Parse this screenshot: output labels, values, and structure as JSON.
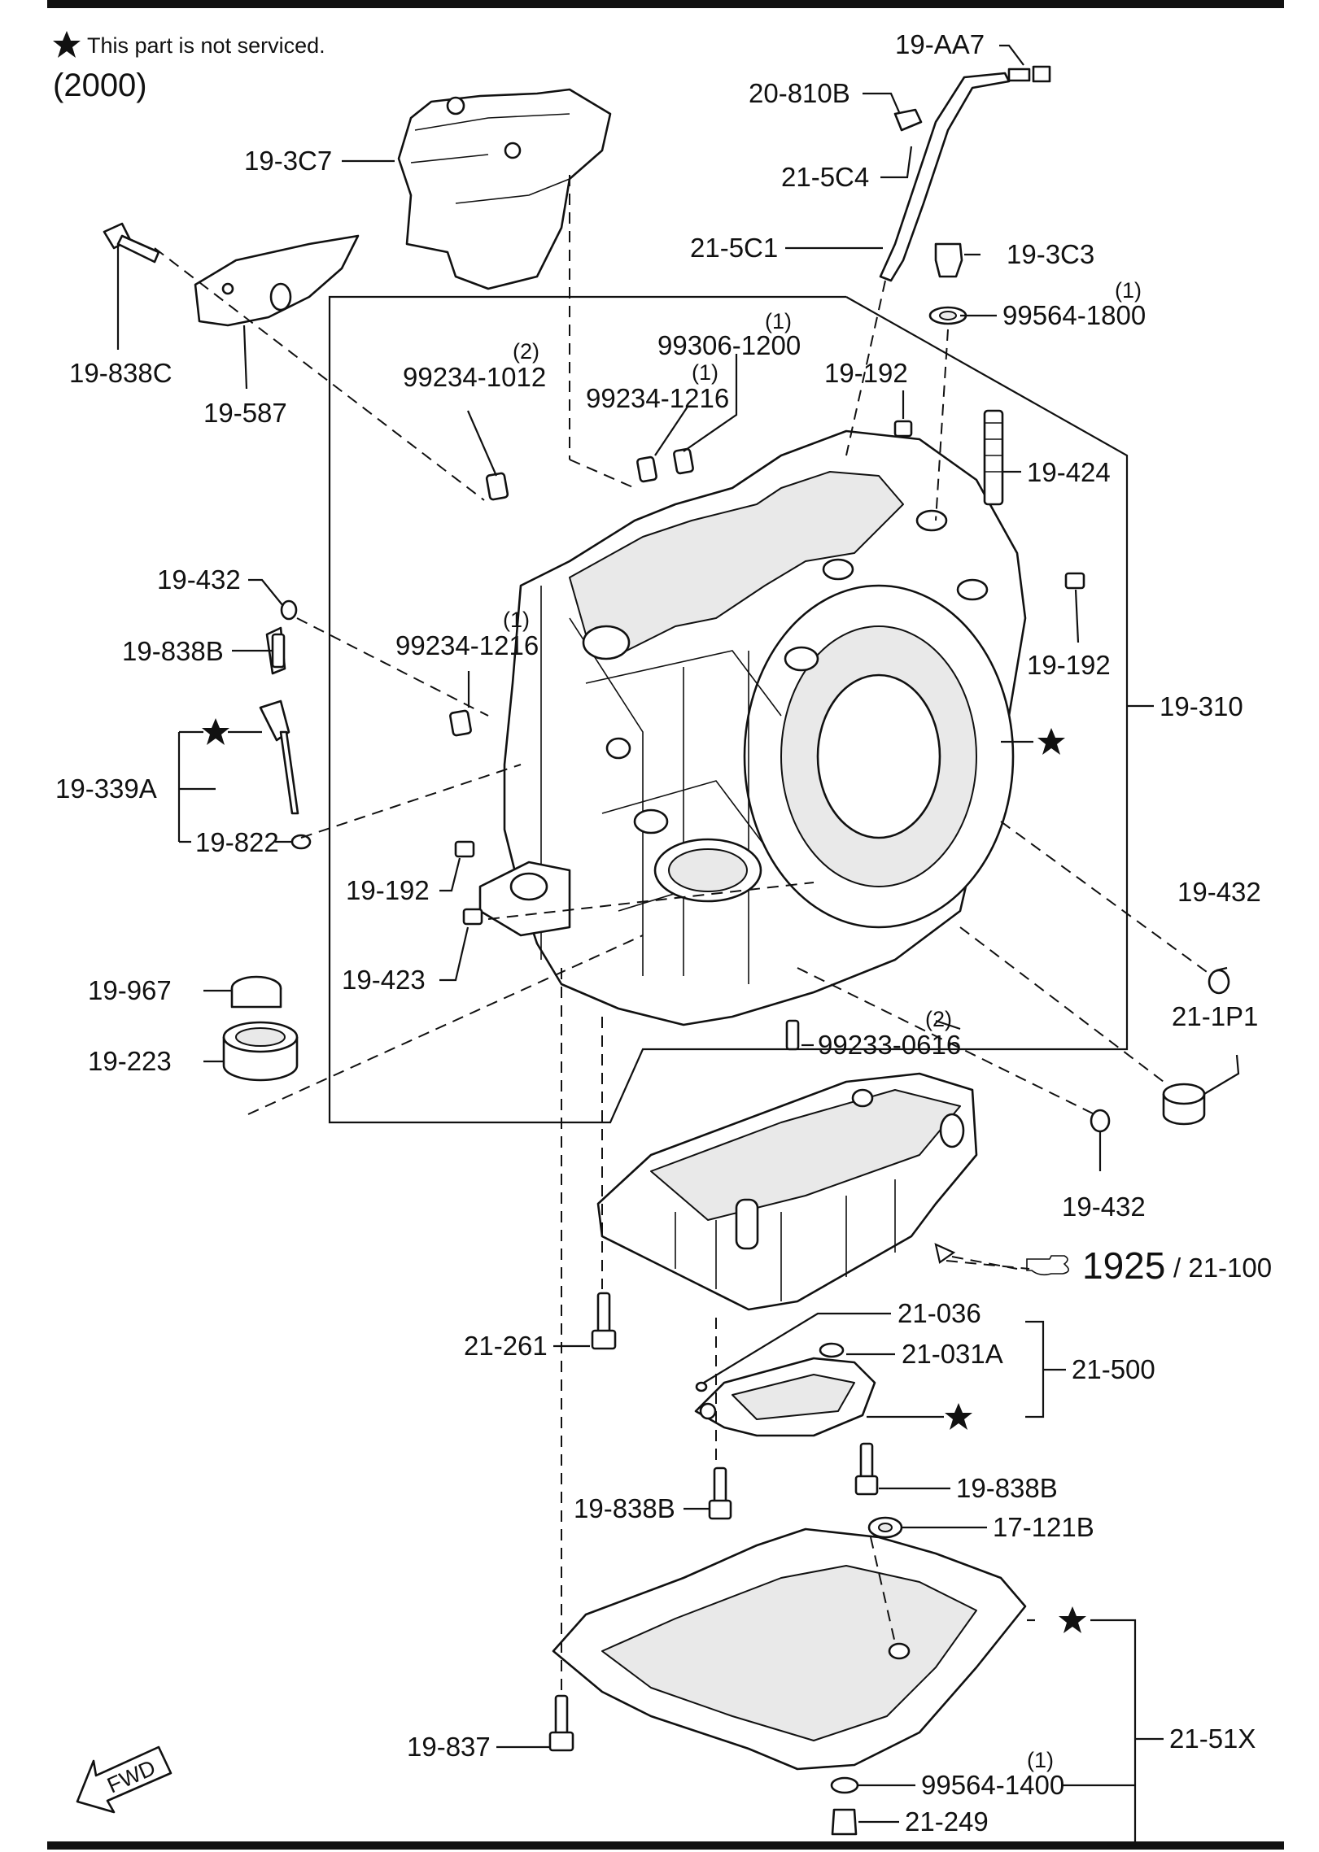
{
  "header": {
    "legend_text": "This part is not serviced.",
    "group_code": "(2000)",
    "legend_icon": "black-star"
  },
  "callouts": [
    {
      "id": "19-AA7",
      "label": "19-AA7"
    },
    {
      "id": "20-810B",
      "label": "20-810B"
    },
    {
      "id": "21-5C4",
      "label": "21-5C4"
    },
    {
      "id": "21-5C1",
      "label": "21-5C1"
    },
    {
      "id": "19-3C3",
      "label": "19-3C3"
    },
    {
      "id": "99564-1800",
      "label": "99564-1800",
      "qty": "(1)"
    },
    {
      "id": "19-3C7",
      "label": "19-3C7"
    },
    {
      "id": "19-838C",
      "label": "19-838C"
    },
    {
      "id": "19-587",
      "label": "19-587"
    },
    {
      "id": "99234-1012",
      "label": "99234-1012",
      "qty": "(2)"
    },
    {
      "id": "99306-1200",
      "label": "99306-1200",
      "qty": "(1)"
    },
    {
      "id": "99234-1216a",
      "label": "99234-1216",
      "qty": "(1)"
    },
    {
      "id": "19-192a",
      "label": "19-192"
    },
    {
      "id": "19-424",
      "label": "19-424"
    },
    {
      "id": "19-432a",
      "label": "19-432"
    },
    {
      "id": "19-838Ba",
      "label": "19-838B"
    },
    {
      "id": "99234-1216b",
      "label": "99234-1216",
      "qty": "(1)"
    },
    {
      "id": "19-192b",
      "label": "19-192"
    },
    {
      "id": "19-310",
      "label": "19-310"
    },
    {
      "id": "19-339A",
      "label": "19-339A"
    },
    {
      "id": "19-822",
      "label": "19-822"
    },
    {
      "id": "19-192c",
      "label": "19-192"
    },
    {
      "id": "19-432b",
      "label": "19-432"
    },
    {
      "id": "19-423",
      "label": "19-423"
    },
    {
      "id": "21-1P1",
      "label": "21-1P1"
    },
    {
      "id": "19-967",
      "label": "19-967"
    },
    {
      "id": "99233-0616",
      "label": "99233-0616",
      "qty": "(2)"
    },
    {
      "id": "19-223",
      "label": "19-223"
    },
    {
      "id": "19-432c",
      "label": "19-432"
    },
    {
      "id": "21-261",
      "label": "21-261"
    },
    {
      "id": "21-036",
      "label": "21-036"
    },
    {
      "id": "21-031A",
      "label": "21-031A"
    },
    {
      "id": "21-500",
      "label": "21-500"
    },
    {
      "id": "19-838Bb",
      "label": "19-838B"
    },
    {
      "id": "19-838Bc",
      "label": "19-838B"
    },
    {
      "id": "17-121B",
      "label": "17-121B"
    },
    {
      "id": "21-51X",
      "label": "21-51X"
    },
    {
      "id": "19-837",
      "label": "19-837"
    },
    {
      "id": "99564-1400",
      "label": "99564-1400",
      "qty": "(1)"
    },
    {
      "id": "21-249",
      "label": "21-249"
    }
  ],
  "reference": {
    "main": "1925",
    "sub": "/ 21-100",
    "icon": "pointing-hand"
  },
  "direction": {
    "label": "FWD",
    "icon": "arrow-forward"
  }
}
